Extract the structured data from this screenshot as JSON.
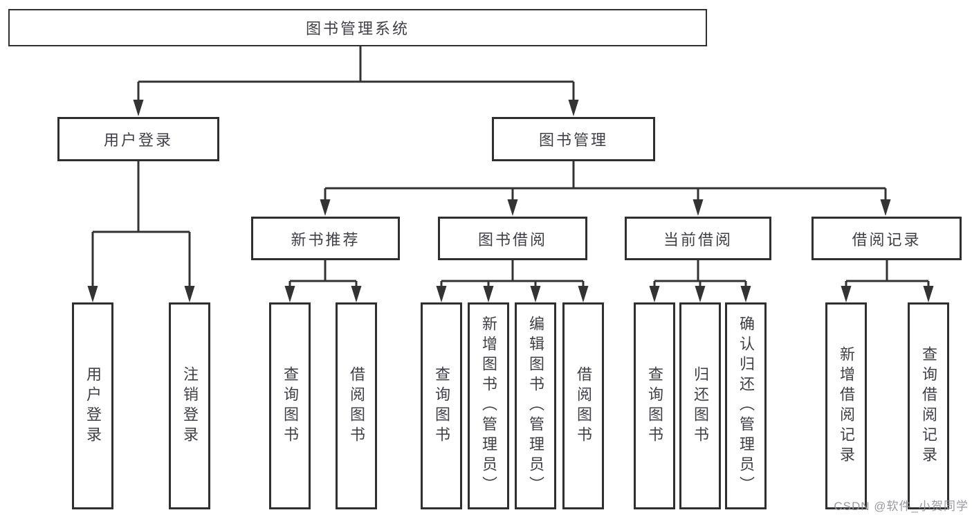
{
  "tree": {
    "label": "图书管理系统",
    "children": [
      {
        "label": "用户登录",
        "children": [
          {
            "label": "用户登录"
          },
          {
            "label": "注销登录"
          }
        ]
      },
      {
        "label": "图书管理",
        "children": [
          {
            "label": "新书推荐",
            "children": [
              {
                "label": "查询图书"
              },
              {
                "label": "借阅图书"
              }
            ]
          },
          {
            "label": "图书借阅",
            "children": [
              {
                "label": "查询图书"
              },
              {
                "label": "新增图书（管理员）"
              },
              {
                "label": "编辑图书（管理员）"
              },
              {
                "label": "借阅图书"
              }
            ]
          },
          {
            "label": "当前借阅",
            "children": [
              {
                "label": "查询图书"
              },
              {
                "label": "归还图书"
              },
              {
                "label": "确认归还（管理员）"
              }
            ]
          },
          {
            "label": "借阅记录",
            "children": [
              {
                "label": "新增借阅记录"
              },
              {
                "label": "查询借阅记录"
              }
            ]
          }
        ]
      }
    ]
  },
  "watermark": {
    "text": "CSDN @软件_小贺同学"
  },
  "colors": {
    "line": "#333333",
    "box_border": "#2f2f2f",
    "text": "#3f3f46",
    "background": "#ffffff",
    "watermark": "#92929c"
  }
}
